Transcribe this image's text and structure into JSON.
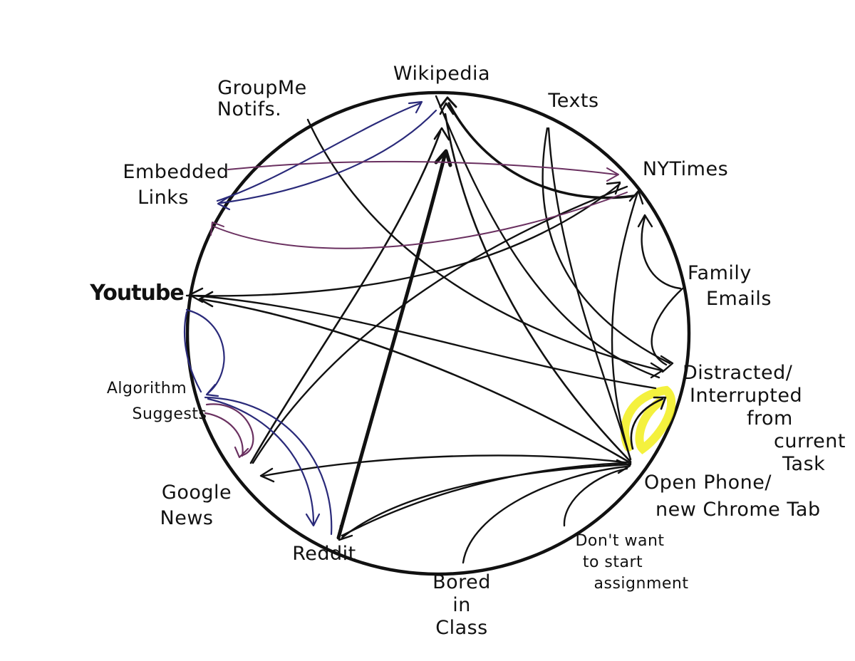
{
  "colors": {
    "ink": "#111111",
    "navy": "#2a2a7a",
    "plum": "#6a3060",
    "highlight": "#f2ee1c"
  },
  "nodes": [
    {
      "id": "wikipedia",
      "lines": [
        "Wikipedia"
      ]
    },
    {
      "id": "texts",
      "lines": [
        "Texts"
      ]
    },
    {
      "id": "nytimes",
      "lines": [
        "NYTimes"
      ]
    },
    {
      "id": "family",
      "lines": [
        "Family",
        "Emails"
      ]
    },
    {
      "id": "distracted",
      "lines": [
        "Distracted/",
        "Interrupted",
        "from",
        "current",
        "Task"
      ]
    },
    {
      "id": "open",
      "lines": [
        "Open Phone/",
        "new Chrome Tab"
      ]
    },
    {
      "id": "dontwant",
      "lines": [
        "Don't want",
        "to start",
        "assignment"
      ]
    },
    {
      "id": "bored",
      "lines": [
        "Bored",
        "in",
        "Class"
      ]
    },
    {
      "id": "reddit",
      "lines": [
        "Reddit"
      ]
    },
    {
      "id": "gnews",
      "lines": [
        "Google",
        "News"
      ]
    },
    {
      "id": "algo",
      "lines": [
        "Algorithm",
        "Suggests"
      ]
    },
    {
      "id": "youtube",
      "lines": [
        "Youtube"
      ]
    },
    {
      "id": "embedded",
      "lines": [
        "Embedded",
        "Links"
      ]
    },
    {
      "id": "groupme",
      "lines": [
        "GroupMe",
        "Notifs."
      ]
    }
  ]
}
